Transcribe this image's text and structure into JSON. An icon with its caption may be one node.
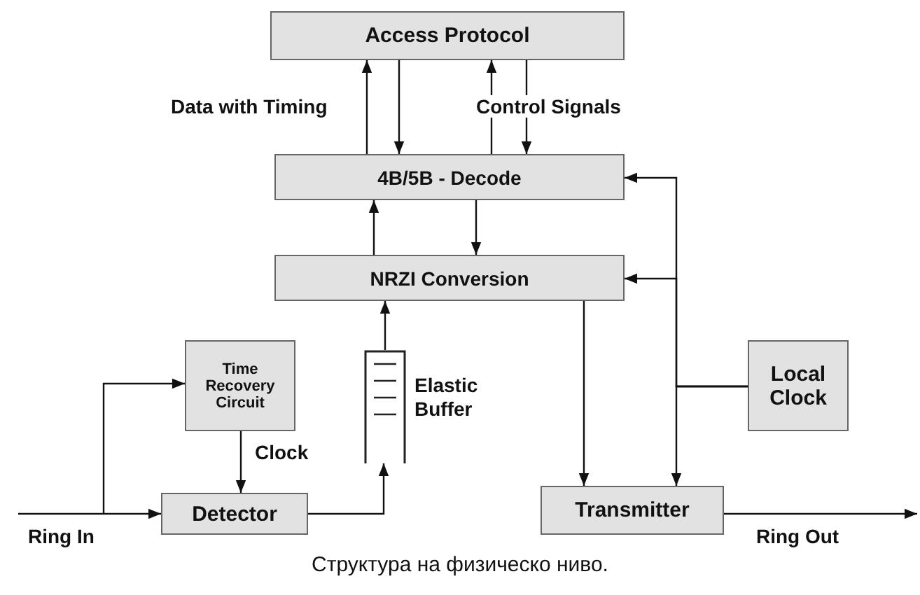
{
  "diagram": {
    "caption": "Структура на физическо ниво.",
    "nodes": [
      {
        "text": [
          "Access Protocol"
        ]
      },
      {
        "text": [
          "4B/5B - Decode"
        ]
      },
      {
        "text": [
          "NRZI Conversion"
        ]
      },
      {
        "text": [
          "Time Recovery Circuit"
        ]
      },
      {
        "text": [
          "Elastic Buffer"
        ]
      },
      {
        "text": [
          "Detector"
        ]
      },
      {
        "text": [
          "Local Clock"
        ]
      },
      {
        "text": [
          "Transmitter"
        ]
      }
    ],
    "edges": [
      {
        "from": 1,
        "to": 0,
        "arrow": "to"
      },
      {
        "from": 0,
        "to": 1,
        "arrow": "to"
      },
      {
        "from": 1,
        "to": 0,
        "arrow": "to"
      },
      {
        "from": 0,
        "to": 1,
        "arrow": "to"
      },
      {
        "from": 2,
        "to": 1,
        "arrow": "to"
      },
      {
        "from": 1,
        "to": 2,
        "arrow": "to"
      },
      {
        "from": 4,
        "to": 2,
        "arrow": "to"
      },
      {
        "from": 5,
        "to": 4,
        "arrow": "to"
      },
      {
        "from": 3,
        "to": 5,
        "arrow": "to",
        "label": "Clock"
      },
      {
        "from": null,
        "to": 5,
        "arrow": "to",
        "label": "Ring In"
      },
      {
        "from": null,
        "to": 3,
        "arrow": "to"
      },
      {
        "from": 2,
        "to": 7,
        "arrow": "to"
      },
      {
        "from": 6,
        "to": 1,
        "arrow": "to"
      },
      {
        "from": 6,
        "to": 2,
        "arrow": "to"
      },
      {
        "from": 6,
        "to": 7,
        "arrow": "to"
      },
      {
        "from": 7,
        "to": null,
        "arrow": "to",
        "label": "Ring Out"
      }
    ],
    "labels": [
      "Data with Timing",
      "Control Signals"
    ]
  }
}
